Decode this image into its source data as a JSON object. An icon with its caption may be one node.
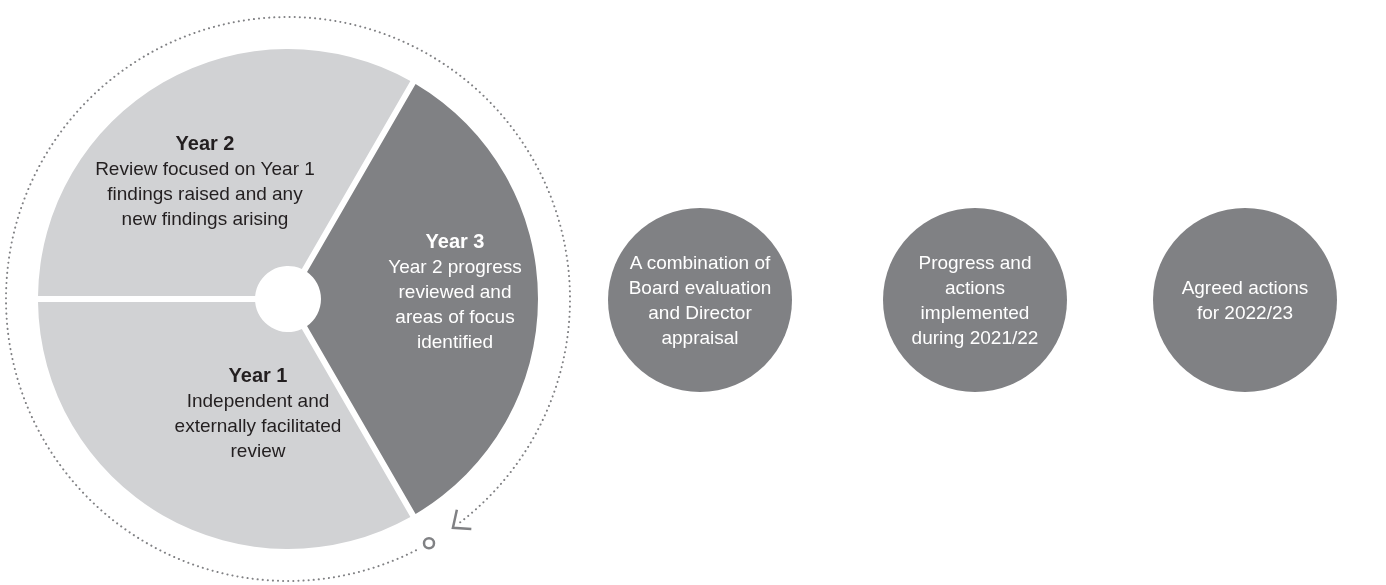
{
  "diagram": {
    "nodes": [
      {
        "text": [
          "Year 2",
          "Review focused on Year 1 findings raised and any new findings arising"
        ]
      },
      {
        "text": [
          "Year 3",
          "Year 2 progress reviewed and areas of focus identified"
        ]
      },
      {
        "text": [
          "Year 1",
          "Independent and externally facilitated review"
        ]
      },
      {
        "text": [
          "A combination of Board evaluation and Director appraisal"
        ]
      },
      {
        "text": [
          "Progress and actions implemented during 2021/22"
        ]
      },
      {
        "text": [
          "Agreed actions for 2022/23"
        ]
      }
    ]
  }
}
